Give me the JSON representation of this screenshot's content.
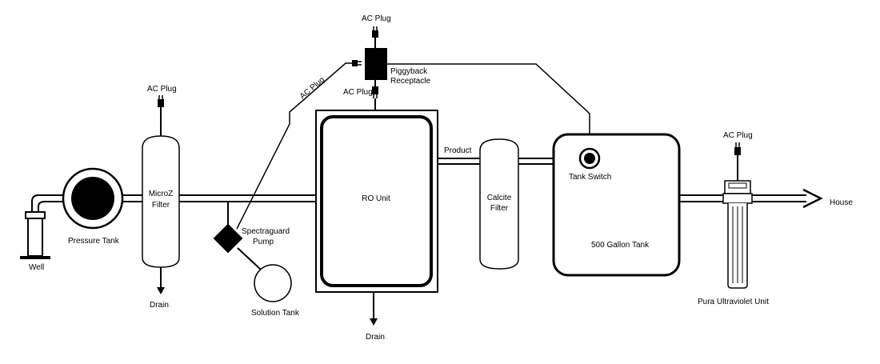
{
  "labels": {
    "well": "Well",
    "pressure_tank": "Pressure Tank",
    "microz_line1": "MicroZ",
    "microz_line2": "Filter",
    "ac_plug_microz": "AC Plug",
    "drain_microz": "Drain",
    "pump_line1": "Spectraguard",
    "pump_line2": "Pump",
    "solution_tank": "Solution Tank",
    "ac_plug_diagonal": "AC Plug",
    "ac_plug_top": "AC Plug",
    "piggyback_line1": "Piggyback",
    "piggyback_line2": "Receptacle",
    "ac_plug_ro": "AC Plug",
    "ro_unit": "RO Unit",
    "drain_ro": "Drain",
    "product": "Product",
    "calcite_line1": "Calcite",
    "calcite_line2": "Filter",
    "tank_switch": "Tank Switch",
    "gallon_tank": "500 Gallon Tank",
    "ac_plug_uv": "AC Plug",
    "uv_unit": "Pura Ultraviolet Unit",
    "house": "House"
  }
}
